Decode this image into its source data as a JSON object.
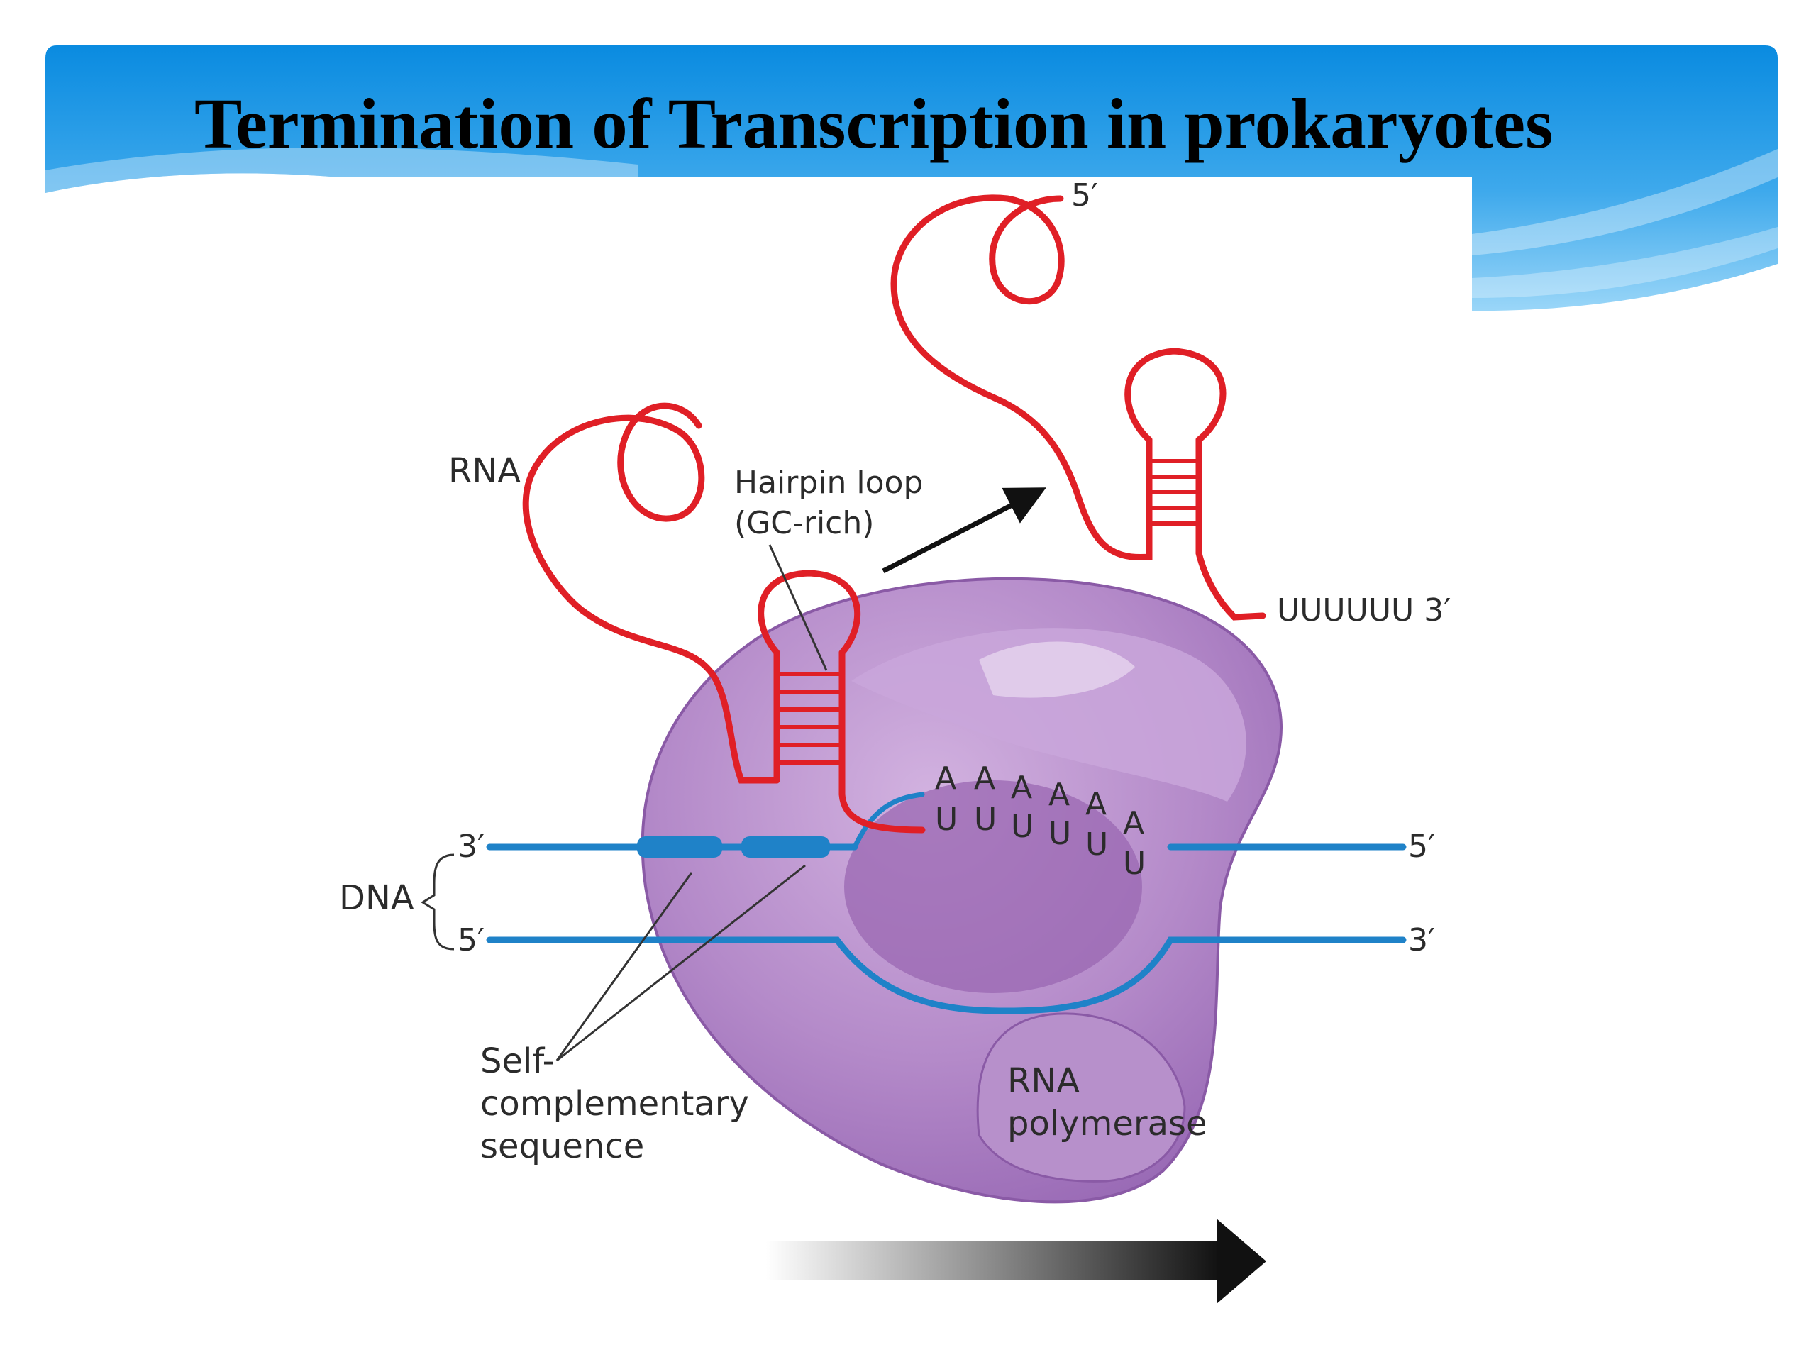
{
  "slide": {
    "title": "Termination of Transcription in prokaryotes"
  },
  "labels": {
    "rna": "RNA",
    "hairpin_line1": "Hairpin loop",
    "hairpin_line2": "(GC-rich)",
    "released_5prime": "5′",
    "released_3prime": "UUUUUU  3′",
    "dna": "DNA",
    "dna_top_left": "3′",
    "dna_bottom_left": "5′",
    "dna_top_right": "5′",
    "dna_bottom_right": "3′",
    "self_comp_line1": "Self-",
    "self_comp_line2": "complementary",
    "self_comp_line3": "sequence",
    "polymerase_line1": "RNA",
    "polymerase_line2": "polymerase"
  },
  "base_pairs": {
    "dna_bases": [
      "A",
      "A",
      "A",
      "A",
      "A",
      "A"
    ],
    "rna_bases": [
      "U",
      "U",
      "U",
      "U",
      "U",
      "U"
    ]
  },
  "colors": {
    "banner_top": "#0d8fe0",
    "banner_bottom": "#8fd0f6",
    "rna_strand": "#e01f26",
    "dna_strand": "#1f82c8",
    "polymerase_body": "#b98fcc",
    "polymerase_shadow": "#9a6bb6",
    "arrow_dark": "#111111"
  }
}
